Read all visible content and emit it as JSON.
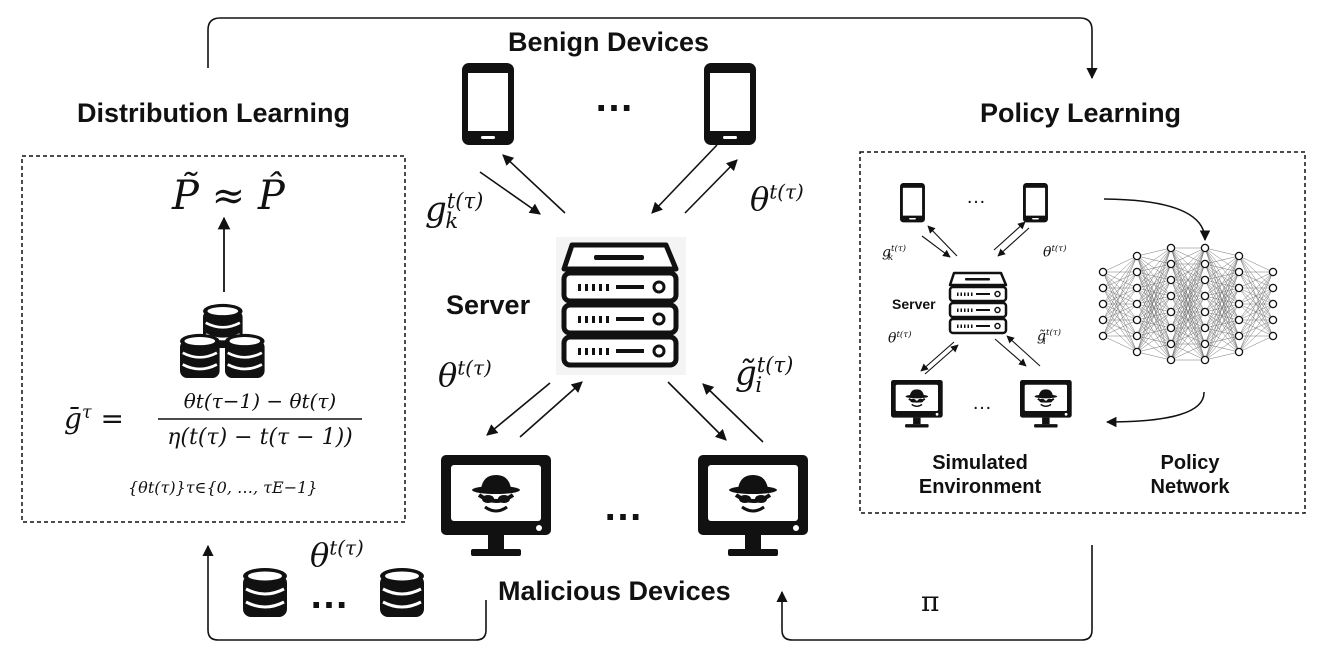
{
  "top_label": "Benign Devices",
  "bottom_label": "Malicious Devices",
  "server_label": "Server",
  "left_section": {
    "title": "Distribution Learning",
    "approx_lhs": "P̃",
    "approx_symbol": "≈",
    "approx_rhs": "P̂",
    "gbar_lhs": "ḡ",
    "gbar_sup": "τ",
    "equals": "=",
    "frac_numerator": "θt(τ−1) − θt(τ)",
    "frac_denominator": "η(t(τ) − t(τ − 1))",
    "set_expr": "{θt(τ)}τ∈{0, …, τE−1}"
  },
  "right_section": {
    "title": "Policy Learning",
    "server_label": "Server",
    "sim_env_label_1": "Simulated",
    "sim_env_label_2": "Environment",
    "policy_net_label_1": "Policy",
    "policy_net_label_2": "Network",
    "dots": "…",
    "g_k_label": "g",
    "g_k_sub": "k",
    "g_k_sup": "t(τ)",
    "theta": "θ",
    "theta_sup": "t(τ)",
    "g_i_label": "g̃",
    "g_i_sub": "i",
    "g_i_sup": "t(τ)"
  },
  "center_labels": {
    "dots": "…",
    "g_k": "g",
    "g_k_sub": "k",
    "g_k_sup": "t(τ)",
    "theta": "θ",
    "theta_sup": "t(τ)",
    "g_i": "g̃",
    "g_i_sub": "i",
    "g_i_sup": "t(τ)"
  },
  "bottom_flow": {
    "theta": "θ",
    "theta_sup": "t(τ)",
    "dots": "…",
    "pi": "π"
  },
  "icons": [
    "phone-icon",
    "server-icon",
    "malicious-monitor-icon",
    "database-icon",
    "neural-network-icon"
  ]
}
